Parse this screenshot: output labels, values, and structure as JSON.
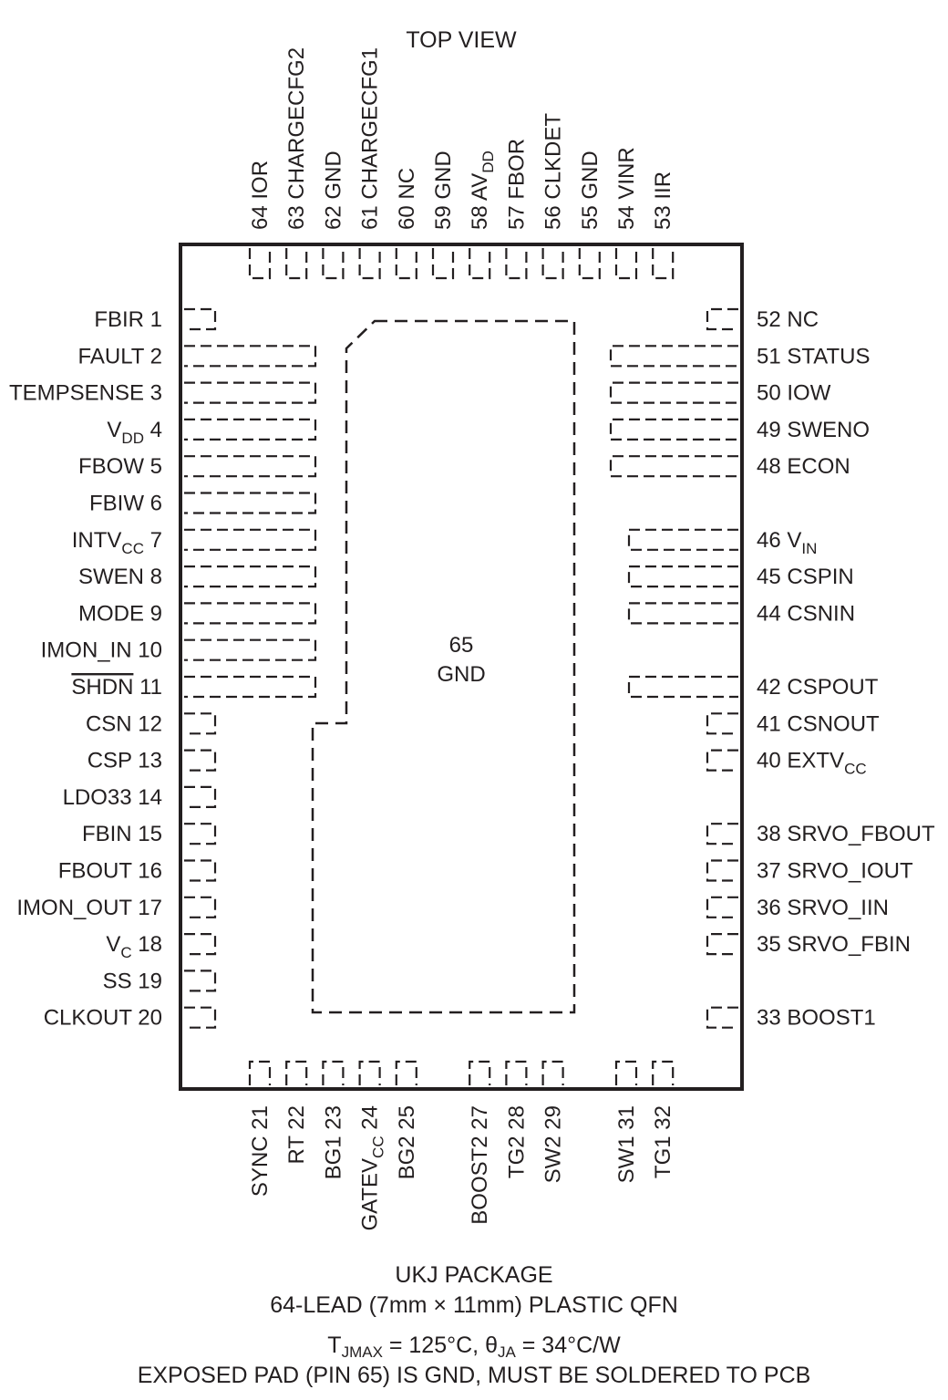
{
  "title": "TOP VIEW",
  "exposed_pad": {
    "number": "65",
    "name": "GND"
  },
  "pins": {
    "left": [
      {
        "num": "1",
        "name": "FBIR",
        "pad": "short"
      },
      {
        "num": "2",
        "name": "FAULT",
        "pad": "long"
      },
      {
        "num": "3",
        "name": "TEMPSENSE",
        "pad": "long"
      },
      {
        "num": "4",
        "name": "V",
        "sub": "DD",
        "pad": "long"
      },
      {
        "num": "5",
        "name": "FBOW",
        "pad": "long"
      },
      {
        "num": "6",
        "name": "FBIW",
        "pad": "long"
      },
      {
        "num": "7",
        "name": "INTV",
        "sub": "CC",
        "pad": "long"
      },
      {
        "num": "8",
        "name": "SWEN",
        "pad": "long"
      },
      {
        "num": "9",
        "name": "MODE",
        "pad": "long"
      },
      {
        "num": "10",
        "name": "IMON_IN",
        "pad": "long"
      },
      {
        "num": "11",
        "name": "SHDN",
        "overline": true,
        "pad": "long"
      },
      {
        "num": "12",
        "name": "CSN",
        "pad": "short"
      },
      {
        "num": "13",
        "name": "CSP",
        "pad": "short"
      },
      {
        "num": "14",
        "name": "LDO33",
        "pad": "short"
      },
      {
        "num": "15",
        "name": "FBIN",
        "pad": "short"
      },
      {
        "num": "16",
        "name": "FBOUT",
        "pad": "short"
      },
      {
        "num": "17",
        "name": "IMON_OUT",
        "pad": "short"
      },
      {
        "num": "18",
        "name": "V",
        "sub": "C",
        "pad": "short"
      },
      {
        "num": "19",
        "name": "SS",
        "pad": "short"
      },
      {
        "num": "20",
        "name": "CLKOUT",
        "pad": "short"
      }
    ],
    "right": [
      {
        "num": "52",
        "name": "NC",
        "pad": "short",
        "row": 0
      },
      {
        "num": "51",
        "name": "STATUS",
        "pad": "long",
        "row": 1
      },
      {
        "num": "50",
        "name": "IOW",
        "pad": "long",
        "row": 2
      },
      {
        "num": "49",
        "name": "SWENO",
        "pad": "long",
        "row": 3
      },
      {
        "num": "48",
        "name": "ECON",
        "pad": "long",
        "row": 4
      },
      {
        "num": "46",
        "name": "V",
        "sub": "IN",
        "pad": "medium",
        "row": 6
      },
      {
        "num": "45",
        "name": "CSPIN",
        "pad": "medium",
        "row": 7
      },
      {
        "num": "44",
        "name": "CSNIN",
        "pad": "medium",
        "row": 8
      },
      {
        "num": "42",
        "name": "CSPOUT",
        "pad": "medium",
        "row": 10
      },
      {
        "num": "41",
        "name": "CSNOUT",
        "pad": "short",
        "row": 11
      },
      {
        "num": "40",
        "name": "EXTV",
        "sub": "CC",
        "pad": "short",
        "row": 12
      },
      {
        "num": "38",
        "name": "SRVO_FBOUT",
        "pad": "short",
        "row": 14
      },
      {
        "num": "37",
        "name": "SRVO_IOUT",
        "pad": "short",
        "row": 15
      },
      {
        "num": "36",
        "name": "SRVO_IIN",
        "pad": "short",
        "row": 16
      },
      {
        "num": "35",
        "name": "SRVO_FBIN",
        "pad": "short",
        "row": 17
      },
      {
        "num": "33",
        "name": "BOOST1",
        "pad": "short",
        "row": 19
      }
    ],
    "top": [
      {
        "num": "64",
        "name": "IOR",
        "col": 0
      },
      {
        "num": "63",
        "name": "CHARGECFG2",
        "col": 1
      },
      {
        "num": "62",
        "name": "GND",
        "col": 2
      },
      {
        "num": "61",
        "name": "CHARGECFG1",
        "col": 3
      },
      {
        "num": "60",
        "name": "NC",
        "col": 4
      },
      {
        "num": "59",
        "name": "GND",
        "col": 5
      },
      {
        "num": "58",
        "name": "AV",
        "sub": "DD",
        "col": 6
      },
      {
        "num": "57",
        "name": "FBOR",
        "col": 7
      },
      {
        "num": "56",
        "name": "CLKDET",
        "col": 8
      },
      {
        "num": "55",
        "name": "GND",
        "col": 9
      },
      {
        "num": "54",
        "name": "VINR",
        "col": 10
      },
      {
        "num": "53",
        "name": "IIR",
        "col": 11
      }
    ],
    "bottom": [
      {
        "num": "21",
        "name": "SYNC",
        "col": 0
      },
      {
        "num": "22",
        "name": "RT",
        "col": 1
      },
      {
        "num": "23",
        "name": "BG1",
        "col": 2
      },
      {
        "num": "24",
        "name": "GATEV",
        "sub": "CC",
        "col": 3
      },
      {
        "num": "25",
        "name": "BG2",
        "col": 4
      },
      {
        "num": "27",
        "name": "BOOST2",
        "col": 6
      },
      {
        "num": "28",
        "name": "TG2",
        "col": 7
      },
      {
        "num": "29",
        "name": "SW2",
        "col": 8
      },
      {
        "num": "31",
        "name": "SW1",
        "col": 10
      },
      {
        "num": "32",
        "name": "TG1",
        "col": 11
      }
    ]
  },
  "caption": {
    "package": "UKJ PACKAGE",
    "description": "64-LEAD (7mm × 11mm) PLASTIC QFN",
    "tj_symbol": "T",
    "tj_sub": "JMAX",
    "tj_value": " = 125°C, ",
    "theta_symbol": "θ",
    "theta_sub": "JA",
    "theta_value": " = 34°C/W",
    "note": "EXPOSED PAD (PIN 65) IS GND, MUST BE SOLDERED TO PCB"
  }
}
